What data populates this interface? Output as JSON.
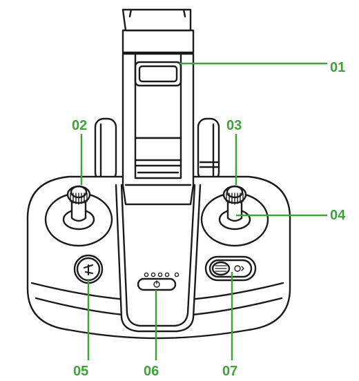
{
  "diagram": {
    "callouts": [
      {
        "id": "01",
        "label": "01",
        "target": "phone-holder-clamp"
      },
      {
        "id": "02",
        "label": "02",
        "target": "left-control-stick"
      },
      {
        "id": "03",
        "label": "03",
        "target": "right-control-stick"
      },
      {
        "id": "04",
        "label": "04",
        "target": "stick-base-right"
      },
      {
        "id": "05",
        "label": "05",
        "target": "takeoff-landing-button"
      },
      {
        "id": "06",
        "label": "06",
        "target": "power-button"
      },
      {
        "id": "07",
        "label": "07",
        "target": "mode-switch"
      }
    ],
    "colors": {
      "line": "#1a1a1a",
      "callout": "#3aa535",
      "fill": "#ffffff"
    }
  }
}
